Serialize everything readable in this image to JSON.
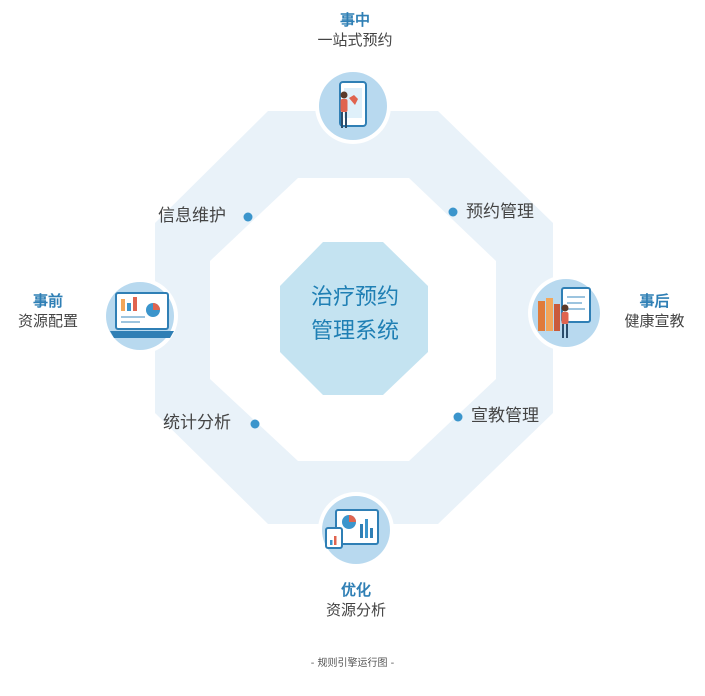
{
  "center": {
    "line1": "治疗预约",
    "line2": "管理系统"
  },
  "phases": {
    "top": {
      "title": "事中",
      "subtitle": "一站式预约",
      "icon": "tablet-doctor-icon"
    },
    "left": {
      "title": "事前",
      "subtitle": "资源配置",
      "icon": "laptop-dashboard-icon"
    },
    "right": {
      "title": "事后",
      "subtitle": "健康宣教",
      "icon": "bookshelf-teacher-icon"
    },
    "bottom": {
      "title": "优化",
      "subtitle": "资源分析",
      "icon": "monitor-analytics-icon"
    }
  },
  "items": {
    "info_maintenance": "信息维护",
    "booking_management": "预约管理",
    "statistics": "统计分析",
    "education_management": "宣教管理"
  },
  "caption": "- 规则引擎运行图 -",
  "colors": {
    "outer_ring": "#e9f2f9",
    "inner_area": "#ffffff",
    "center": "#c4e3f1",
    "accent": "#2f7fb5",
    "dot": "#3b95cc",
    "icon_bg": "#b8d9ef"
  }
}
